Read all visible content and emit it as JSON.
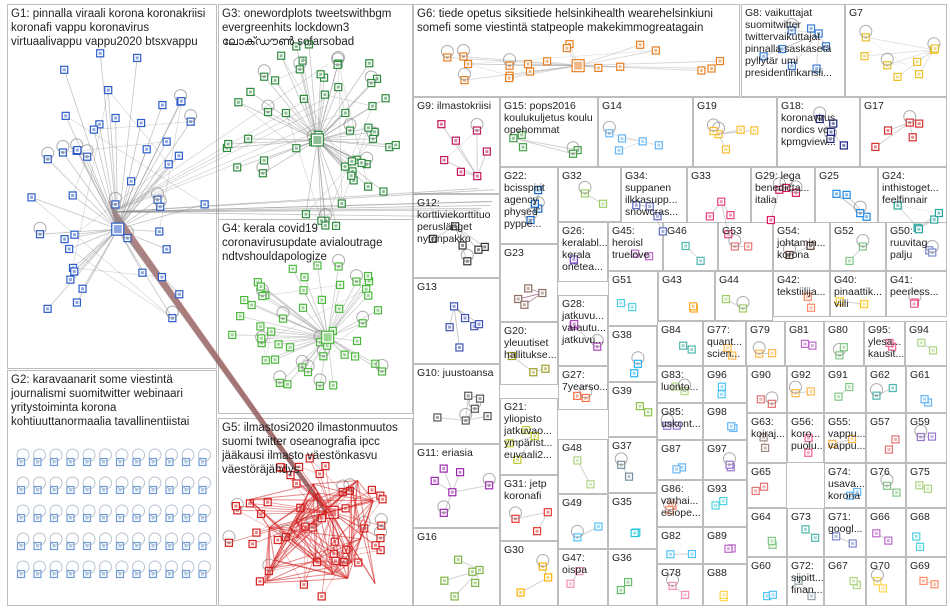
{
  "graph": {
    "background": "#ffffff",
    "border_color": "#bdbdbd",
    "groups": [
      {
        "id": "G1",
        "label": "G1: pinnalla viraali korona koronakriisi koronafi vappu koronavirus virtuaalivappu vappu2020 btsxvappu",
        "color": "#2b5cc9",
        "edge": "#8a8a8a"
      },
      {
        "id": "G2",
        "label": "G2: karavaanarit some viestintä journalismi suomitwitter webinaari yritystoiminta korona kohtiuuttanormaalia tavallinentiistai",
        "color": "#6f9bd8",
        "edge": "#9a9a9a"
      },
      {
        "id": "G3",
        "label": "G3: onewordplots tweetswithbgm evergreenhits lockdown3 ലോക്ഡൗൺ sofarsobad",
        "color": "#2e8b3e",
        "edge": "#8a8a8a"
      },
      {
        "id": "G4",
        "label": "G4: kerala covid19 coronavirusupdate avialoutrage ndtvshouldapologize",
        "color": "#49b83a",
        "edge": "#9a9a9a"
      },
      {
        "id": "G5",
        "label": "G5: ilmastosi2020 ilmastonmuutos suomi twitter oseanografia ipcc jääkausi ilmasto väestönkasvu väestöräjähdys",
        "color": "#d42020",
        "edge": "#d42020"
      },
      {
        "id": "G6",
        "label": "G6: tiede opetus siksitiede helsinkihealth wearehelsinkiuni somefi some viestintä statpeople makekimmogreatagain",
        "color": "#e67e22",
        "edge": "#aaaaaa"
      },
      {
        "id": "G7",
        "label": "G7",
        "color": "#e8c02a",
        "edge": "#cccccc"
      },
      {
        "id": "G8",
        "label": "G8: vaikuttajat suomitwitter twittervaikuttajat pinnalla saskasetä pyllytär umi presidentinkansli...",
        "color": "#3a7bd5",
        "edge": "#bbbbbb"
      },
      {
        "id": "G9",
        "label": "G9: ilmastokriisi",
        "color": "#c2185b",
        "edge": "#aaaaaa"
      },
      {
        "id": "G10",
        "label": "G10: juustoansa",
        "color": "#555555",
        "edge": "#aaaaaa"
      },
      {
        "id": "G11",
        "label": "G11: eriasia",
        "color": "#9c27b0",
        "edge": "#aaaaaa"
      },
      {
        "id": "G12",
        "label": "G12: korttiviekorttituo peruslänget nytonpakko",
        "color": "#333333",
        "edge": "#aaaaaa"
      },
      {
        "id": "G13",
        "label": "G13",
        "color": "#3f51b5",
        "edge": "#999999"
      },
      {
        "id": "G14",
        "label": "G14",
        "color": "#64b5f6",
        "edge": "#cccccc"
      },
      {
        "id": "G15",
        "label": "G15: pops2016 koulukuljetus koulu opehommat",
        "color": "#43a047",
        "edge": "#aaaaaa"
      },
      {
        "id": "G16",
        "label": "G16",
        "color": "#7cb342",
        "edge": "#aaaaaa"
      },
      {
        "id": "G17",
        "label": "G17",
        "color": "#d32f2f",
        "edge": "#aaaaaa"
      },
      {
        "id": "G18",
        "label": "G18: koronavirus nordics vc kpmgview...",
        "color": "#1a237e",
        "edge": "#aaaaaa"
      },
      {
        "id": "G19",
        "label": "G19",
        "color": "#fbc02d",
        "edge": "#aaaaaa"
      },
      {
        "id": "G20",
        "label": "G20: yleuutiset hallitukse...",
        "color": "#9e9d24",
        "edge": "#aaaaaa"
      },
      {
        "id": "G21",
        "label": "G21: yliopisto jatkuvao... ympärist... euvaali2...",
        "color": "#c0ca33",
        "edge": "#aaaaaa"
      },
      {
        "id": "G22",
        "label": "G22: bcisspirit agency physed pyppe...",
        "color": "#1565c0",
        "edge": "#aaaaaa"
      },
      {
        "id": "G23",
        "label": "G23",
        "color": "#8d6e63",
        "edge": "#8d4a6e"
      },
      {
        "id": "G24",
        "label": "G24: inthistoget... feelfinnair",
        "color": "#26a69a",
        "edge": "#aaaaaa"
      },
      {
        "id": "G25",
        "label": "G25",
        "color": "#1e88e5",
        "edge": "#aaaaaa"
      },
      {
        "id": "G26",
        "label": "G26: keralabl... kerala onetea...",
        "color": "#7e57c2",
        "edge": "#aaaaaa"
      },
      {
        "id": "G27",
        "label": "G27: 7yearso...",
        "color": "#ff7043",
        "edge": "#aaaaaa"
      },
      {
        "id": "G28",
        "label": "G28: jatkuvu... varautu... jatkuvu...",
        "color": "#ab47bc",
        "edge": "#aaaaaa"
      },
      {
        "id": "G29",
        "label": "G29: lega benedicta... italia",
        "color": "#d81b60",
        "edge": "#aaaaaa"
      },
      {
        "id": "G30",
        "label": "G30",
        "color": "#ffb300",
        "edge": "#aaaaaa"
      },
      {
        "id": "G31",
        "label": "G31: jetp koronafi",
        "color": "#e53935",
        "edge": "#aaaaaa"
      },
      {
        "id": "G32",
        "label": "G32",
        "color": "#9ccc65",
        "edge": "#aaaaaa"
      },
      {
        "id": "G33",
        "label": "G33",
        "color": "#ec407a",
        "edge": "#aaaaaa"
      },
      {
        "id": "G34",
        "label": "G34: suppanen ilkkasupp... snowcras...",
        "color": "#5c6bc0",
        "edge": "#aaaaaa"
      },
      {
        "id": "G35",
        "label": "G35",
        "color": "#26c6da",
        "edge": "#aaaaaa"
      },
      {
        "id": "G36",
        "label": "G36",
        "color": "#66bb6a",
        "edge": "#aaaaaa"
      },
      {
        "id": "G37",
        "label": "G37",
        "color": "#78909c",
        "edge": "#aaaaaa"
      },
      {
        "id": "G38",
        "label": "G38",
        "color": "#29b6f6",
        "edge": "#aaaaaa"
      },
      {
        "id": "G39",
        "label": "G39",
        "color": "#8bc34a",
        "edge": "#aaaaaa"
      },
      {
        "id": "G40",
        "label": "G40: pinaattik... viili",
        "color": "#ffca28",
        "edge": "#aaaaaa"
      },
      {
        "id": "G41",
        "label": "G41: peerless...",
        "color": "#f06292",
        "edge": "#aaaaaa"
      },
      {
        "id": "G42",
        "label": "G42: tekstiilija...",
        "color": "#ff8a65",
        "edge": "#aaaaaa"
      },
      {
        "id": "G43",
        "label": "G43",
        "color": "#ffa726",
        "edge": "#aaaaaa"
      },
      {
        "id": "G44",
        "label": "G44",
        "color": "#9ccc65",
        "edge": "#aaaaaa"
      },
      {
        "id": "G45",
        "label": "G45: heroisl truelove",
        "color": "#ba68c8",
        "edge": "#aaaaaa"
      },
      {
        "id": "G46",
        "label": "G46",
        "color": "#4db6ac",
        "edge": "#aaaaaa"
      },
      {
        "id": "G47",
        "label": "G47: oispa",
        "color": "#f48fb1",
        "edge": "#aaaaaa"
      },
      {
        "id": "G48",
        "label": "G48",
        "color": "#aed581",
        "edge": "#aaaaaa"
      },
      {
        "id": "G49",
        "label": "G49",
        "color": "#4fc3f7",
        "edge": "#aaaaaa"
      },
      {
        "id": "G50",
        "label": "G50: ruuvitag palju",
        "color": "#7986cb",
        "edge": "#aaaaaa"
      },
      {
        "id": "G51",
        "label": "G51",
        "color": "#4dd0e1",
        "edge": "#aaaaaa"
      },
      {
        "id": "G52",
        "label": "G52",
        "color": "#81c784",
        "edge": "#aaaaaa"
      },
      {
        "id": "G53",
        "label": "G53",
        "color": "#e57373",
        "edge": "#aaaaaa"
      },
      {
        "id": "G54",
        "label": "G54: johtamin... korona",
        "color": "#5d4037",
        "edge": "#aaaaaa"
      },
      {
        "id": "G55",
        "label": "G55: vappu... vappu...",
        "color": "#ffb74d",
        "edge": "#aaaaaa"
      },
      {
        "id": "G56",
        "label": "G56: koro... puolu...",
        "color": "#f06292",
        "edge": "#aaaaaa"
      },
      {
        "id": "G57",
        "label": "G57",
        "color": "#e57373",
        "edge": "#aaaaaa"
      },
      {
        "id": "G59",
        "label": "G59",
        "color": "#9575cd",
        "edge": "#aaaaaa"
      },
      {
        "id": "G60",
        "label": "G60",
        "color": "#4fc3f7",
        "edge": "#aaaaaa"
      },
      {
        "id": "G61",
        "label": "G61",
        "color": "#64b5f6",
        "edge": "#aaaaaa"
      },
      {
        "id": "G62",
        "label": "G62",
        "color": "#4db6ac",
        "edge": "#aaaaaa"
      },
      {
        "id": "G63",
        "label": "G63: koiraj...",
        "color": "#a1887f",
        "edge": "#aaaaaa"
      },
      {
        "id": "G64",
        "label": "G64",
        "color": "#81c784",
        "edge": "#aaaaaa"
      },
      {
        "id": "G65",
        "label": "G65",
        "color": "#e57373",
        "edge": "#aaaaaa"
      },
      {
        "id": "G66",
        "label": "G66",
        "color": "#ba68c8",
        "edge": "#aaaaaa"
      },
      {
        "id": "G67",
        "label": "G67",
        "color": "#aed581",
        "edge": "#aaaaaa"
      },
      {
        "id": "G68",
        "label": "G68",
        "color": "#4dd0e1",
        "edge": "#aaaaaa"
      },
      {
        "id": "G69",
        "label": "G69",
        "color": "#ff8a65",
        "edge": "#aaaaaa"
      },
      {
        "id": "G70",
        "label": "G70",
        "color": "#ffd54f",
        "edge": "#aaaaaa"
      },
      {
        "id": "G71",
        "label": "G71: googl...",
        "color": "#7986cb",
        "edge": "#aaaaaa"
      },
      {
        "id": "G72",
        "label": "G72: sijoitt... finan...",
        "color": "#90a4ae",
        "edge": "#aaaaaa"
      },
      {
        "id": "G73",
        "label": "G73",
        "color": "#4db6ac",
        "edge": "#aaaaaa"
      },
      {
        "id": "G74",
        "label": "G74: usava... korona",
        "color": "#64b5f6",
        "edge": "#aaaaaa"
      },
      {
        "id": "G75",
        "label": "G75",
        "color": "#aed581",
        "edge": "#aaaaaa"
      },
      {
        "id": "G76",
        "label": "G76",
        "color": "#81c784",
        "edge": "#aaaaaa"
      },
      {
        "id": "G77",
        "label": "G77: quant... scien...",
        "color": "#ffb74d",
        "edge": "#aaaaaa"
      },
      {
        "id": "G78",
        "label": "G78",
        "color": "#f48fb1",
        "edge": "#aaaaaa"
      },
      {
        "id": "G79",
        "label": "G79",
        "color": "#ffb74d",
        "edge": "#aaaaaa"
      },
      {
        "id": "G80",
        "label": "G80",
        "color": "#81c784",
        "edge": "#aaaaaa"
      },
      {
        "id": "G81",
        "label": "G81",
        "color": "#ba68c8",
        "edge": "#aaaaaa"
      },
      {
        "id": "G82",
        "label": "G82",
        "color": "#4fc3f7",
        "edge": "#aaaaaa"
      },
      {
        "id": "G83",
        "label": "G83: luonto...",
        "color": "#aed581",
        "edge": "#aaaaaa"
      },
      {
        "id": "G84",
        "label": "G84",
        "color": "#4db6ac",
        "edge": "#aaaaaa"
      },
      {
        "id": "G85",
        "label": "G85: uskont...",
        "color": "#9575cd",
        "edge": "#aaaaaa"
      },
      {
        "id": "G86",
        "label": "G86: varhai... esiope...",
        "color": "#ff8a65",
        "edge": "#aaaaaa"
      },
      {
        "id": "G87",
        "label": "G87",
        "color": "#64b5f6",
        "edge": "#aaaaaa"
      },
      {
        "id": "G88",
        "label": "G88",
        "color": "#ffd54f",
        "edge": "#aaaaaa"
      },
      {
        "id": "G89",
        "label": "G89",
        "color": "#ba68c8",
        "edge": "#aaaaaa"
      },
      {
        "id": "G90",
        "label": "G90",
        "color": "#e57373",
        "edge": "#aaaaaa"
      },
      {
        "id": "G91",
        "label": "G91",
        "color": "#81c784",
        "edge": "#aaaaaa"
      },
      {
        "id": "G92",
        "label": "G92",
        "color": "#ffb74d",
        "edge": "#aaaaaa"
      },
      {
        "id": "G93",
        "label": "G93",
        "color": "#4dd0e1",
        "edge": "#aaaaaa"
      },
      {
        "id": "G94",
        "label": "G94",
        "color": "#aed581",
        "edge": "#aaaaaa"
      },
      {
        "id": "G95",
        "label": "G95: ylesa... kausit...",
        "color": "#f06292",
        "edge": "#aaaaaa"
      },
      {
        "id": "G96",
        "label": "G96",
        "color": "#4fc3f7",
        "edge": "#aaaaaa"
      },
      {
        "id": "G97",
        "label": "G97",
        "color": "#9575cd",
        "edge": "#aaaaaa"
      },
      {
        "id": "G98",
        "label": "G98",
        "color": "#64b5f6",
        "edge": "#aaaaaa"
      }
    ]
  }
}
